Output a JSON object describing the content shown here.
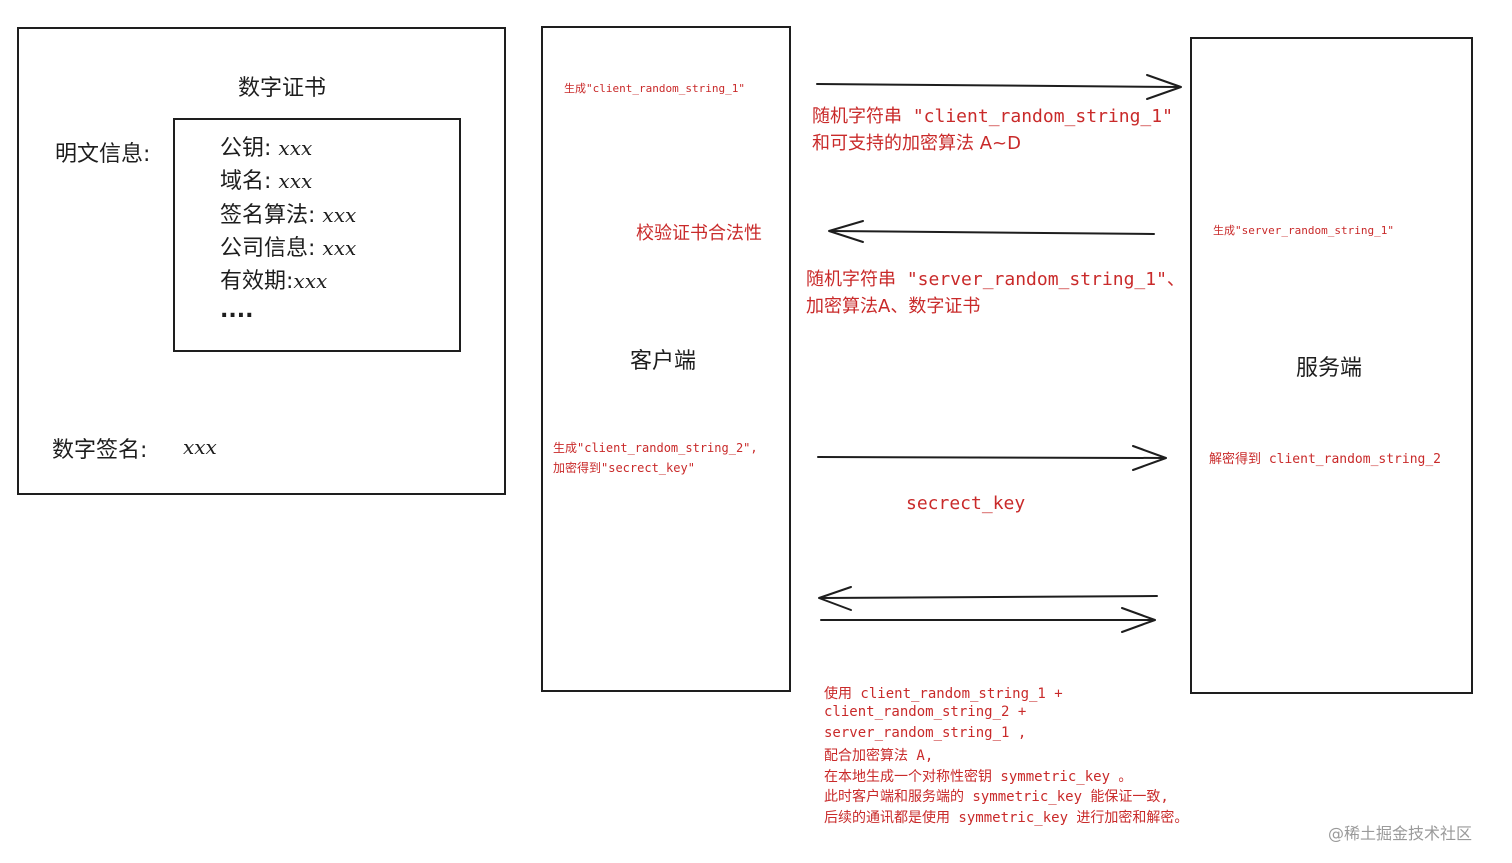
{
  "certificate": {
    "title": "数字证书",
    "plaintext_label": "明文信息:",
    "fields": [
      {
        "label": "公钥:",
        "value": "xxx"
      },
      {
        "label": "域名:",
        "value": "xxx"
      },
      {
        "label": "签名算法:",
        "value": "xxx"
      },
      {
        "label": "公司信息:",
        "value": "xxx"
      },
      {
        "label": "有效期:",
        "value": "xxx"
      }
    ],
    "ellipsis": "....",
    "signature_label": "数字签名:",
    "signature_value": "xxx"
  },
  "client": {
    "label": "客户端",
    "note1": "生成\"client_random_string_1\"",
    "verify_note": "校验证书合法性",
    "note2_line1": "生成\"client_random_string_2\",",
    "note2_line2": "加密得到\"secrect_key\""
  },
  "server": {
    "label": "服务端",
    "note1": "生成\"server_random_string_1\"",
    "note2": "解密得到 client_random_string_2"
  },
  "messages": {
    "msg1_line1": "随机字符串 \"client_random_string_1\"",
    "msg1_line2": "和可支持的加密算法 A~D",
    "msg2_line1": "随机字符串 \"server_random_string_1\"、",
    "msg2_line2": "加密算法A、数字证书",
    "msg3": "secrect_key",
    "summary": [
      "使用 client_random_string_1 +",
      "client_random_string_2 +",
      "server_random_string_1 ,",
      "配合加密算法 A,",
      "在本地生成一个对称性密钥 symmetric_key 。",
      "此时客户端和服务端的 symmetric_key 能保证一致,",
      "后续的通讯都是使用 symmetric_key 进行加密和解密。"
    ]
  },
  "watermark": "@稀土掘金技术社区",
  "colors": {
    "ink": "#1e1e1e",
    "accent_red": "#c92a2a"
  }
}
